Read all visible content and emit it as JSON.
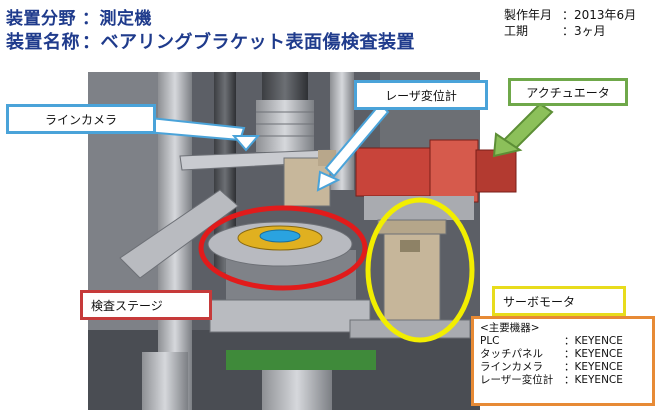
{
  "title": {
    "field_label": "装置分野",
    "field_value": "測定機",
    "name_label": "装置名称",
    "name_value": "ベアリングブラケット表面傷検査装置"
  },
  "meta": {
    "production_label": "製作年月",
    "production_value": "2013年6月",
    "period_label": "工期",
    "period_value": "3ヶ月"
  },
  "callouts": {
    "line_camera": "ラインカメラ",
    "laser_sensor": "レーザ変位計",
    "actuator": "アクチュエータ",
    "inspection_stage": "検査ステージ",
    "servo_motor": "サーボモータ"
  },
  "equipment": {
    "heading": "<主要機器>",
    "items": [
      {
        "name": "PLC",
        "maker": "KEYENCE"
      },
      {
        "name": "タッチパネル",
        "maker": "KEYENCE"
      },
      {
        "name": "ラインカメラ",
        "maker": "KEYENCE"
      },
      {
        "name": "レーザー変位計",
        "maker": "KEYENCE"
      }
    ]
  },
  "colors": {
    "title": "#1f3b8c",
    "camera_callout_border": "#4aa3d9",
    "actuator_callout_border": "#6fa84a",
    "stage_ellipse": "#e11b1b",
    "servo_ellipse": "#f2ee00",
    "equipment_border": "#e78a35"
  }
}
